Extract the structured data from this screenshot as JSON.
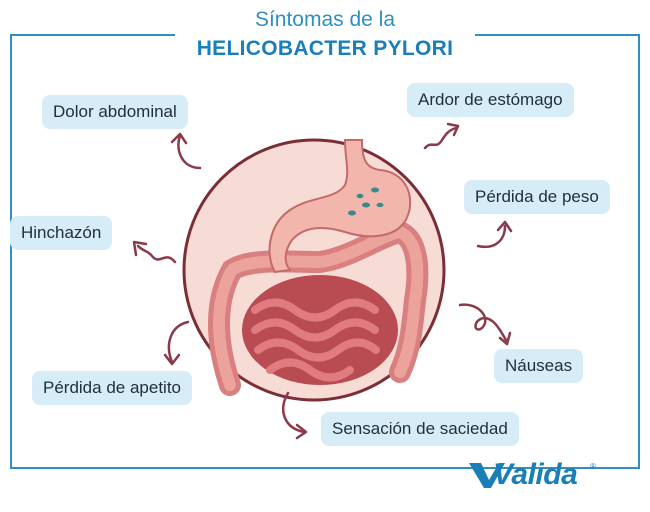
{
  "title": {
    "line1": "Síntomas de la",
    "line2": "HELICOBACTER PYLORI"
  },
  "symptoms": {
    "dolor": "Dolor abdominal",
    "ardor": "Ardor de estómago",
    "peso": "Pérdida de peso",
    "hinchazon": "Hinchazón",
    "nauseas": "Náuseas",
    "apetito": "Pérdida de apetito",
    "saciedad": "Sensación de saciedad"
  },
  "logo": {
    "text": "Valida",
    "mark": "®"
  },
  "colors": {
    "accent": "#2e8fc3",
    "pill_bg": "#d6ecf6",
    "arrow": "#8a3a4a",
    "circle_fill": "#f7dcd6",
    "circle_stroke": "#7a2e35"
  }
}
